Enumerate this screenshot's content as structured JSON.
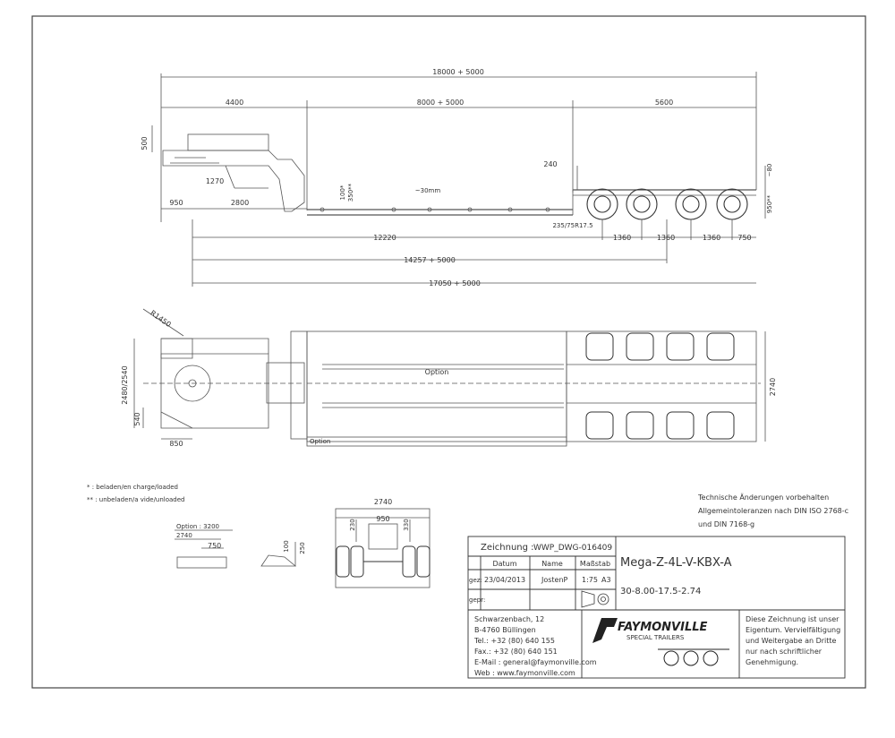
{
  "top_view": {
    "dim_overall": "18000 + 5000",
    "dim_gooseneck": "4400",
    "dim_deck": "8000 + 5000",
    "dim_rear": "5600",
    "dim_height_500": "500",
    "dim_1270": "1270",
    "dim_950": "950",
    "dim_2800": "2800",
    "dim_100": "100*",
    "dim_350": "350**",
    "dim_30": "~30mm",
    "dim_240": "240",
    "dim_tire": "235/75R17.5",
    "dim_80": "~80",
    "dim_950_right": "950**",
    "dim_12220": "12220",
    "dim_1360_a": "1360",
    "dim_1360_b": "1360",
    "dim_1360_c": "1360",
    "dim_750": "750",
    "dim_14257": "14257 + 5000",
    "dim_17050": "17050 + 5000"
  },
  "plan_view": {
    "dim_r1450": "R1450",
    "dim_2480_2540": "2480/2540",
    "dim_540": "540",
    "dim_850": "850",
    "option_center": "Option",
    "option_bottom": "Option",
    "dim_2740": "2740"
  },
  "legend": {
    "line1": "* : beladen/en charge/loaded",
    "line2": "** : unbeladen/a vide/unloaded"
  },
  "details": {
    "option_3200": "Option : 3200",
    "dim_2740_small": "2740",
    "dim_750_small": "750",
    "dim_100_small": "100",
    "dim_250_small": "250",
    "dim_2740_rear": "2740",
    "dim_950_rear": "950",
    "dim_230": "230",
    "dim_330": "330"
  },
  "notes": {
    "line1": "Technische Änderungen vorbehalten",
    "line2": "Allgemeintoleranzen nach DIN ISO 2768-c",
    "line3": "und DIN 7168-g"
  },
  "title_block": {
    "drawing_label": "Zeichnung :",
    "drawing_no": "WWP_DWG-016409",
    "col_datum": "Datum",
    "col_name": "Name",
    "col_scale": "Maßstab",
    "row_gez": "gez:",
    "row_gepr": "gepr:",
    "date": "23/04/2013",
    "drawn_by": "JostenP",
    "scale": "1:75",
    "paper": "A3",
    "title": "Mega-Z-4L-V-KBX-A",
    "subtitle": "30-8.00-17.5-2.74",
    "address": [
      "Schwarzenbach, 12",
      "B-4760 Büllingen",
      "Tel.: +32 (80) 640 155",
      "Fax.: +32 (80) 640 151",
      "E-Mail : general@faymonville.com",
      "Web : www.faymonville.com"
    ],
    "brand_name": "FAYMONVILLE",
    "brand_tagline": "SPECIAL   TRAILERS",
    "copyright": [
      "Diese Zeichnung ist unser",
      "Eigentum. Vervielfältigung",
      "und Weitergabe an Dritte",
      "nur nach schriftlicher",
      "Genehmigung."
    ]
  }
}
